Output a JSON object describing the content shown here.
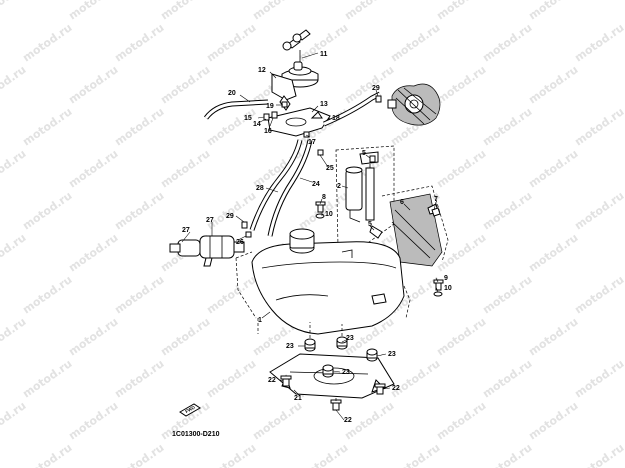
{
  "watermark": "motod.ru",
  "diagram_code": "1C01300-D210",
  "forward_badge": "FWD",
  "callouts": [
    {
      "id": "c1",
      "label": "1"
    },
    {
      "id": "c2",
      "label": "2"
    },
    {
      "id": "c5a",
      "label": "5"
    },
    {
      "id": "c5b",
      "label": "5"
    },
    {
      "id": "c6",
      "label": "6"
    },
    {
      "id": "c7",
      "label": "7"
    },
    {
      "id": "c8",
      "label": "8"
    },
    {
      "id": "c9",
      "label": "9"
    },
    {
      "id": "c10a",
      "label": "10"
    },
    {
      "id": "c10b",
      "label": "10"
    },
    {
      "id": "c11",
      "label": "11"
    },
    {
      "id": "c12",
      "label": "12"
    },
    {
      "id": "c13",
      "label": "13"
    },
    {
      "id": "c14",
      "label": "14"
    },
    {
      "id": "c15",
      "label": "15"
    },
    {
      "id": "c16",
      "label": "16"
    },
    {
      "id": "c17",
      "label": "17"
    },
    {
      "id": "c18",
      "label": "18"
    },
    {
      "id": "c19",
      "label": "19"
    },
    {
      "id": "c20",
      "label": "20"
    },
    {
      "id": "c21",
      "label": "21"
    },
    {
      "id": "c22a",
      "label": "22"
    },
    {
      "id": "c22b",
      "label": "22"
    },
    {
      "id": "c22c",
      "label": "22"
    },
    {
      "id": "c23a",
      "label": "23"
    },
    {
      "id": "c23b",
      "label": "23"
    },
    {
      "id": "c23c",
      "label": "23"
    },
    {
      "id": "c24",
      "label": "24"
    },
    {
      "id": "c25a",
      "label": "25"
    },
    {
      "id": "c25b",
      "label": "25"
    },
    {
      "id": "c26",
      "label": "26"
    },
    {
      "id": "c27",
      "label": "27"
    },
    {
      "id": "c28",
      "label": "28"
    },
    {
      "id": "c29a",
      "label": "29"
    },
    {
      "id": "c29b",
      "label": "29"
    }
  ]
}
